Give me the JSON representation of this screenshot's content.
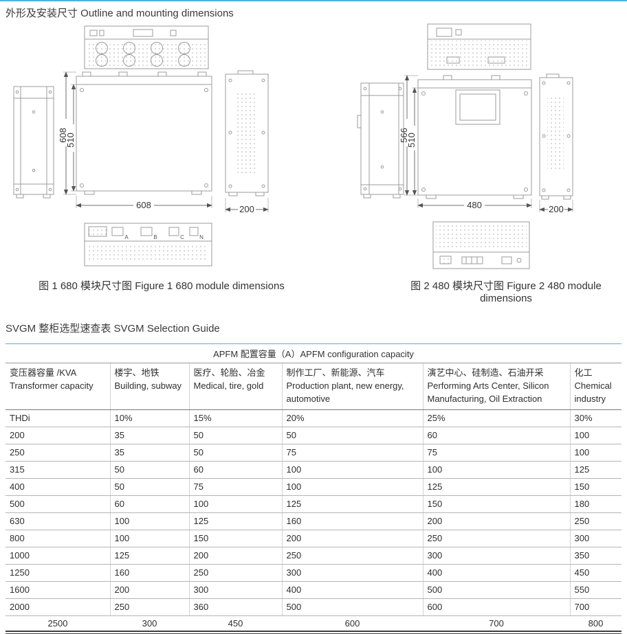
{
  "page": {
    "title": "外形及安装尺寸 Outline and mounting dimensions",
    "accent_blue": "#4db4e2"
  },
  "figures": [
    {
      "caption": "图 1  680 模块尺寸图 Figure 1 680 module dimensions",
      "dims": {
        "height_outer": "608",
        "height_inner": "510",
        "width": "608",
        "depth": "200"
      },
      "terminals": [
        "A",
        "B",
        "C",
        "N"
      ]
    },
    {
      "caption": "图 2 480 模块尺寸图 Figure 2 480 module dimensions",
      "dims": {
        "height_outer": "566",
        "height_inner": "510",
        "width": "480",
        "depth": "200"
      }
    }
  ],
  "selection_guide": {
    "title": "SVGM 整柜选型速查表 SVGM Selection Guide",
    "span_header": "APFM 配置容量（A）APFM configuration capacity",
    "columns": [
      {
        "zh": "变压器容量 /KVA",
        "en1": "Transformer capacity",
        "en2": ""
      },
      {
        "zh": "楼宇、地铁",
        "en1": "Building, subway",
        "en2": ""
      },
      {
        "zh": "医疗、轮胎、冶金",
        "en1": "Medical, tire, gold",
        "en2": ""
      },
      {
        "zh": "制作工厂、新能源、汽车",
        "en1": "Production plant, new energy,",
        "en2": "automotive"
      },
      {
        "zh": "演艺中心、硅制造、石油开采",
        "en1": "Performing Arts Center, Silicon",
        "en2": "Manufacturing, Oil Extraction"
      },
      {
        "zh": "化工",
        "en1": "Chemical",
        "en2": "industry"
      }
    ],
    "rows": [
      [
        "THDi",
        "10%",
        "15%",
        "20%",
        "25%",
        "30%"
      ],
      [
        "200",
        "35",
        "50",
        "50",
        "60",
        "100"
      ],
      [
        "250",
        "35",
        "50",
        "75",
        "75",
        "100"
      ],
      [
        "315",
        "50",
        "60",
        "100",
        "100",
        "125"
      ],
      [
        "400",
        "50",
        "75",
        "100",
        "125",
        "150"
      ],
      [
        "500",
        "60",
        "100",
        "125",
        "150",
        "180"
      ],
      [
        "630",
        "100",
        "125",
        "160",
        "200",
        "250"
      ],
      [
        "800",
        "100",
        "150",
        "200",
        "250",
        "300"
      ],
      [
        "1000",
        "125",
        "200",
        "250",
        "300",
        "350"
      ],
      [
        "1250",
        "160",
        "250",
        "300",
        "400",
        "450"
      ],
      [
        "1600",
        "200",
        "300",
        "400",
        "500",
        "550"
      ],
      [
        "2000",
        "250",
        "360",
        "500",
        "600",
        "700"
      ]
    ],
    "footer_row": [
      "2500",
      "300",
      "450",
      "600",
      "700",
      "800"
    ]
  }
}
